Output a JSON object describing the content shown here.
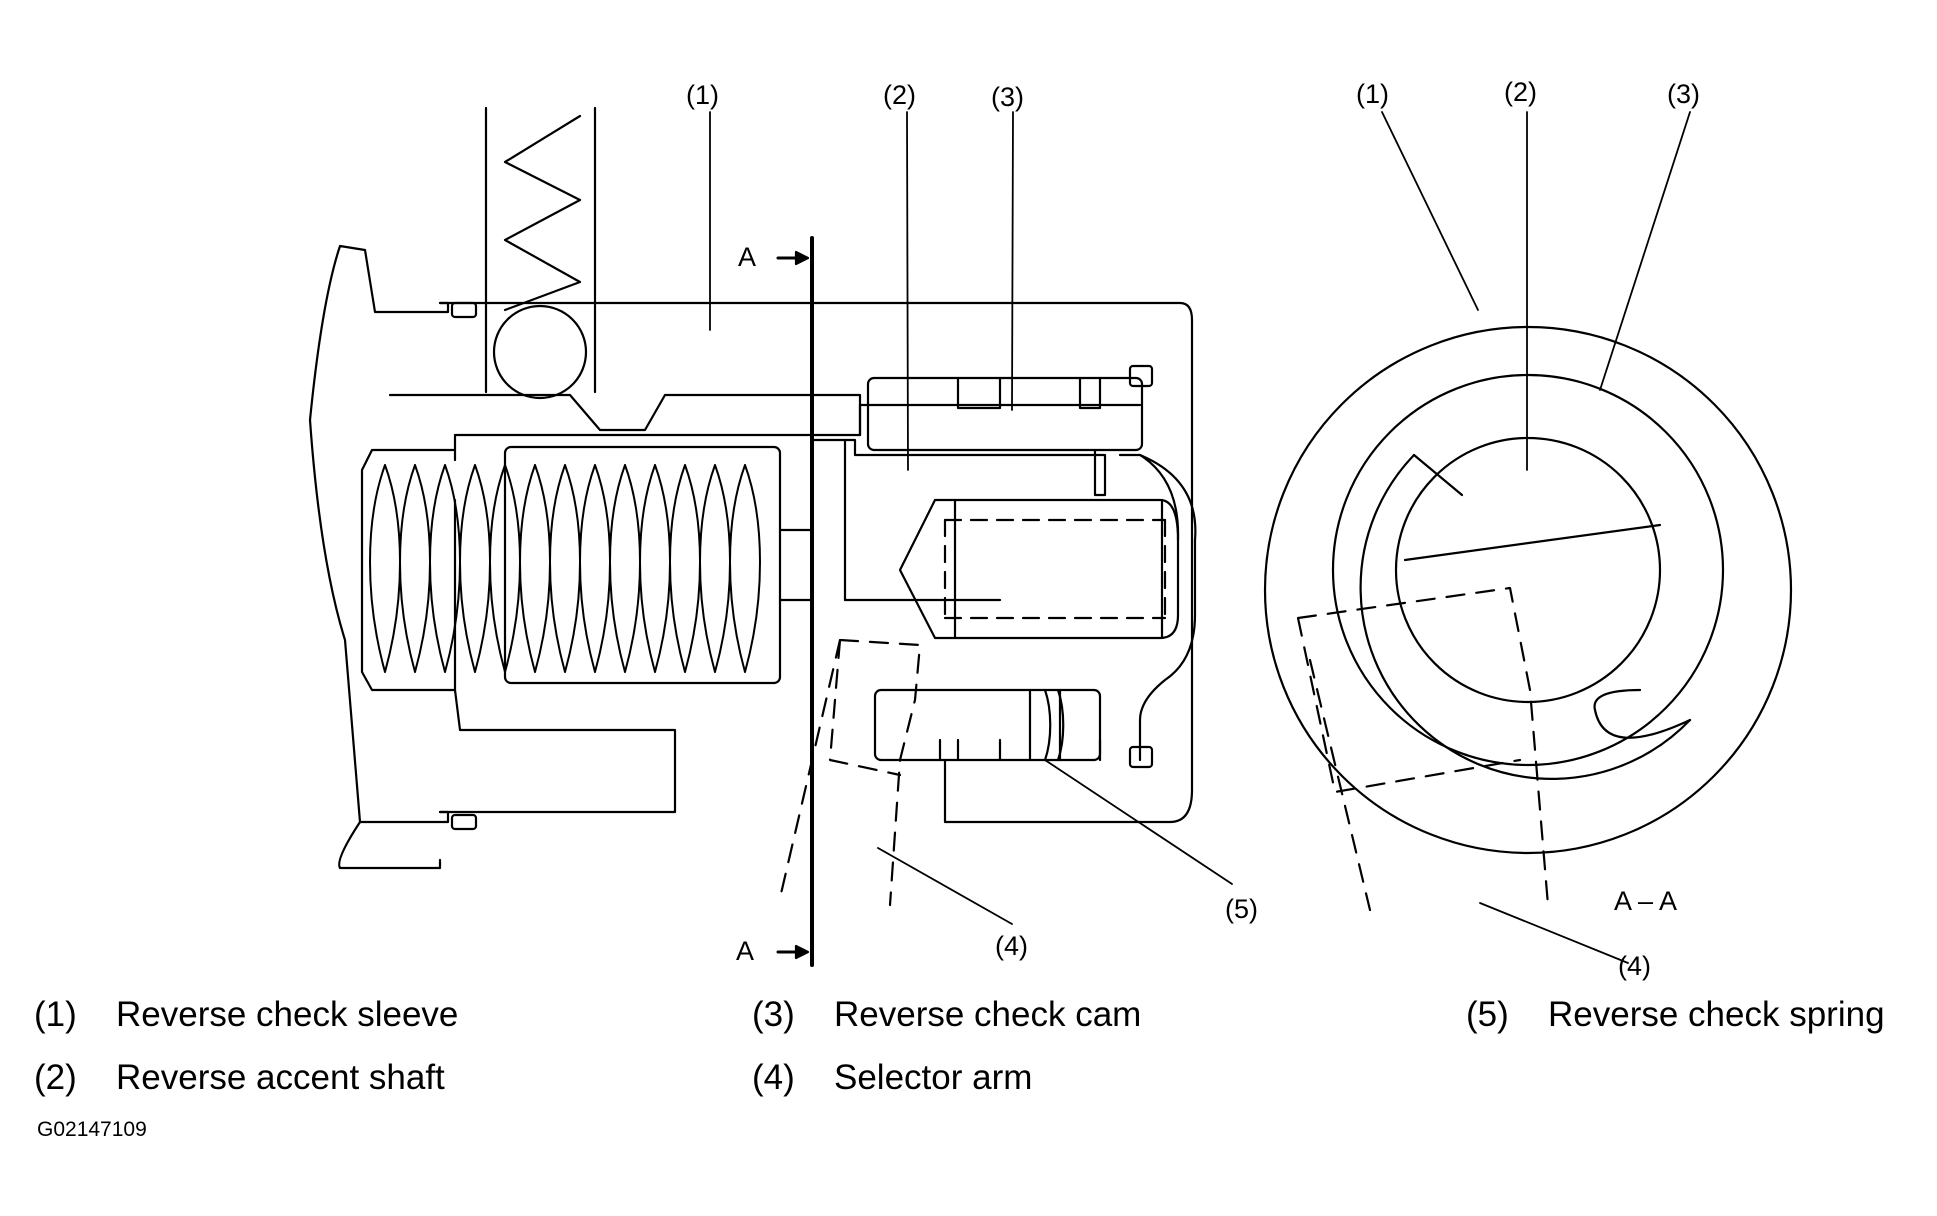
{
  "callouts": {
    "c1a": "(1)",
    "c2a": "(2)",
    "c3a": "(3)",
    "c4a": "(4)",
    "c5a": "(5)",
    "c1b": "(1)",
    "c2b": "(2)",
    "c3b": "(3)",
    "c4b": "(4)"
  },
  "section_labels": {
    "top": "A",
    "bottom": "A",
    "view": "A – A"
  },
  "legend": [
    {
      "num": "(1)",
      "text": "Reverse check sleeve"
    },
    {
      "num": "(2)",
      "text": "Reverse accent shaft"
    },
    {
      "num": "(3)",
      "text": "Reverse check cam"
    },
    {
      "num": "(4)",
      "text": "Selector arm"
    },
    {
      "num": "(5)",
      "text": "Reverse check spring"
    }
  ],
  "figure_id": "G02147109"
}
